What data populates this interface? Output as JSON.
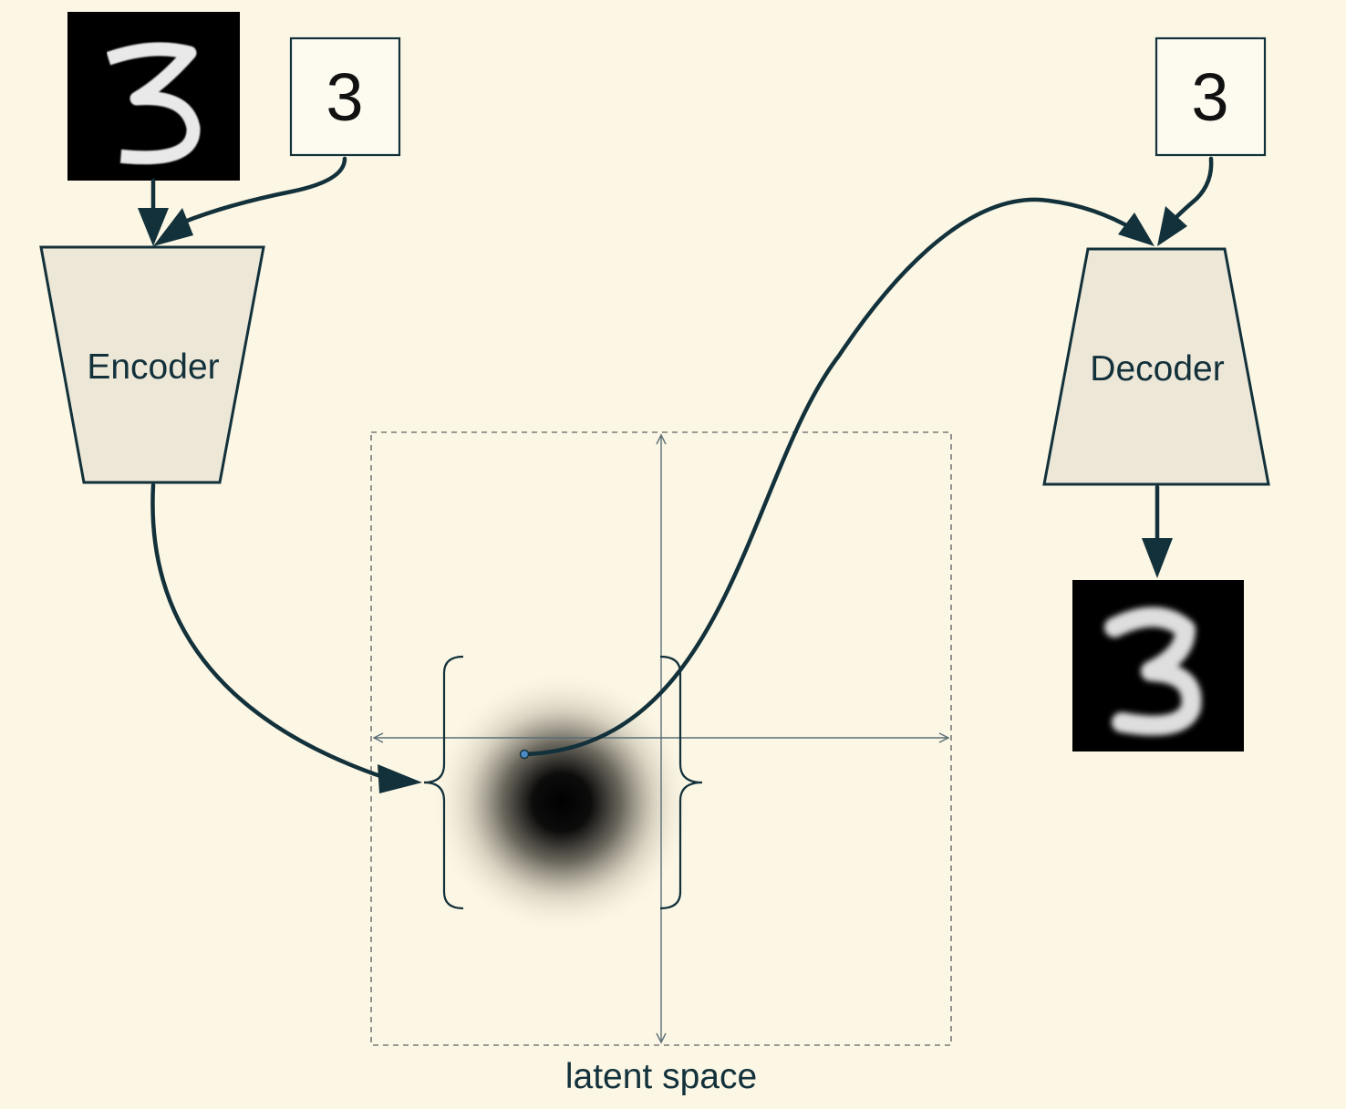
{
  "colors": {
    "background": "#fcf6e4",
    "ink": "#12313b",
    "block_fill": "#ede7d7",
    "axis": "#5b6f77",
    "sample_point": "#4d8ac6"
  },
  "input_image": {
    "description": "handwritten-digit-3-image",
    "digit": "3"
  },
  "encoder_label_box": {
    "text": "3"
  },
  "decoder_label_box": {
    "text": "3"
  },
  "encoder": {
    "label": "Encoder"
  },
  "decoder": {
    "label": "Decoder"
  },
  "output_image": {
    "description": "reconstructed-digit-3-image",
    "digit": "3"
  },
  "latent": {
    "label": "latent space"
  }
}
